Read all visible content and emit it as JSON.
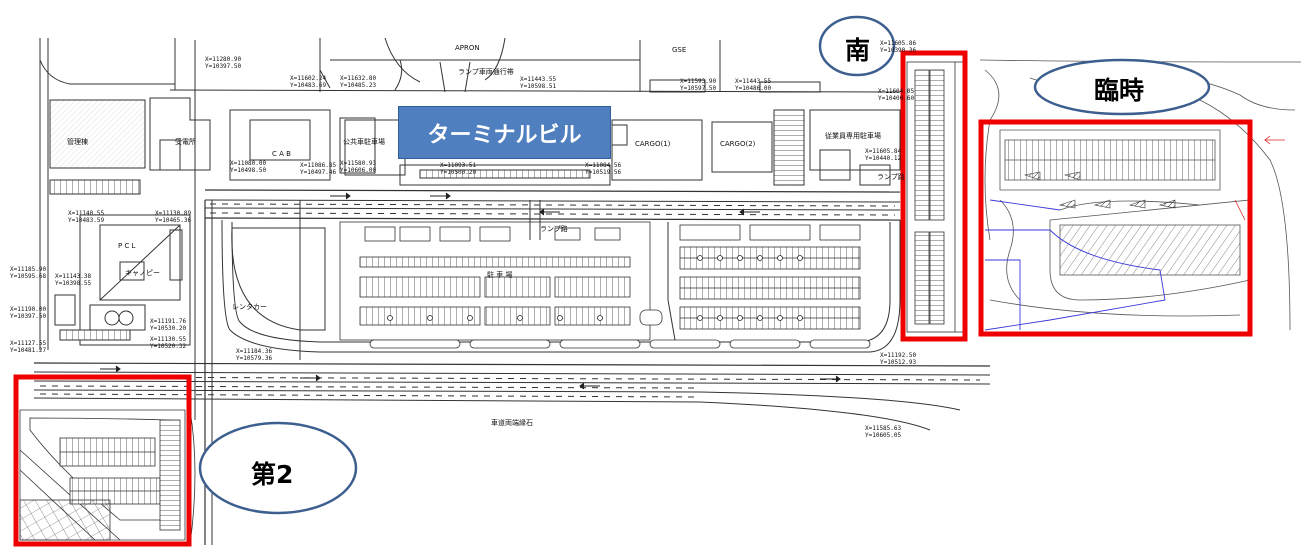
{
  "callouts": {
    "terminal": "ターミナルビル",
    "south": "南",
    "temporary": "臨時",
    "second": "第2"
  },
  "plan_labels": {
    "apron": "APRON",
    "gse": "GSE",
    "ramp": "ランプ車両通行帯",
    "cab": "C A B",
    "public_parking": "公共車駐車場",
    "cargo1": "CARGO(1)",
    "cargo2": "CARGO(2)",
    "staff_parking": "従業員専用駐車場",
    "parking_lot": "駐 車 場",
    "pcl": "P C L",
    "canopy": "キャノピー",
    "management": "管理棟",
    "power": "受電所",
    "ramp_lane": "ランプ路",
    "rental": "レンタカー",
    "lane": "車道両端縁石",
    "ramp_right": "ランプ路"
  },
  "coords": [
    "X=11605.86 Y=10390.36",
    "X=11280.90 Y=10397.50",
    "X=11602.24 Y=10483.69",
    "X=11632.80 Y=10485.23",
    "X=11443.55 Y=10598.51",
    "X=11593.90 Y=10597.50",
    "X=11443.55 Y=10486.00",
    "X=11604.05 Y=10400.60",
    "X=11605.84 Y=10440.12",
    "X=11080.00 Y=10498.50",
    "X=11086.85 Y=10497.46",
    "X=11580.93 Y=10606.00",
    "X=11093.51 Y=10500.20",
    "X=11084.56 Y=10519.56",
    "X=11140.55 Y=10483.59",
    "X=11130.89 Y=10465.36",
    "X=11185.90 Y=10595.68",
    "X=11143.38 Y=10398.55",
    "X=11190.00 Y=10397.50",
    "X=11191.76 Y=10530.20",
    "X=11127.55 Y=10481.27",
    "X=11130.55 Y=10520.32",
    "X=11184.36 Y=10579.36",
    "X=11192.50 Y=10512.93",
    "X=11585.63 Y=10605.05"
  ]
}
